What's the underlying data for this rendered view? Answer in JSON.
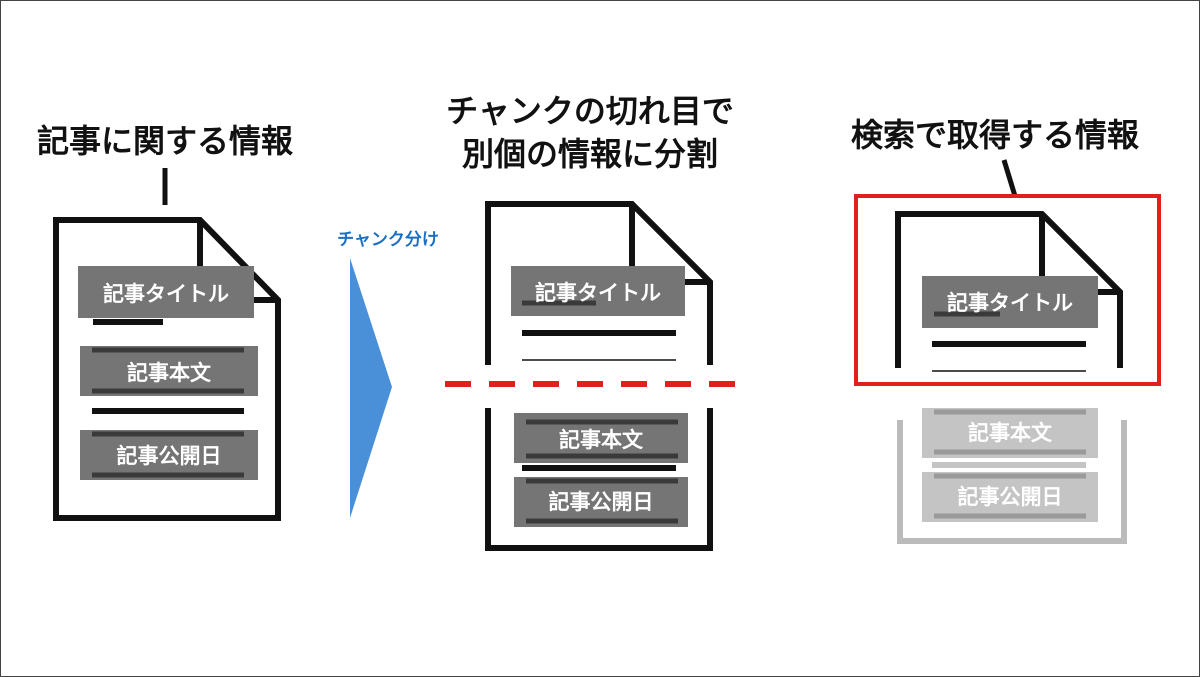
{
  "left": {
    "title": "記事に関する情報",
    "blocks": [
      "記事タイトル",
      "記事本文",
      "記事公開日"
    ]
  },
  "arrow": {
    "label": "チャンク分け",
    "label_color": "#1a6fc4",
    "fill_color": "#4a90d9"
  },
  "middle": {
    "title_line1": "チャンクの切れ目で",
    "title_line2": "別個の情報に分割",
    "blocks": [
      "記事タイトル",
      "記事本文",
      "記事公開日"
    ],
    "split_line_color": "#e0201c"
  },
  "right": {
    "title": "検索で取得する情報",
    "blocks": [
      "記事タイトル",
      "記事本文",
      "記事公開日"
    ],
    "highlight_color": "#e0201c"
  }
}
